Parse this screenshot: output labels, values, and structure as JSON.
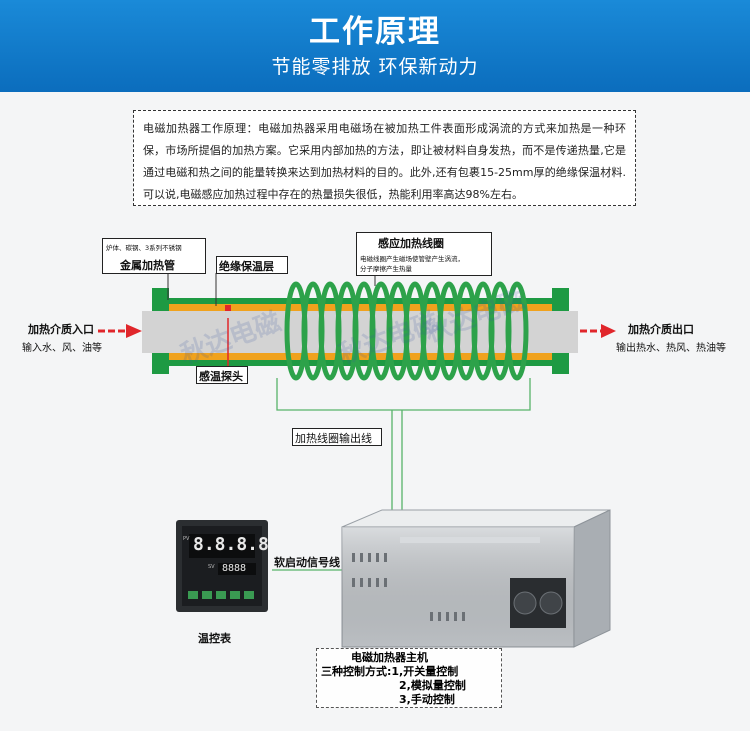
{
  "banner": {
    "title": "工作原理",
    "subtitle": "节能零排放 环保新动力"
  },
  "intro_text": "电磁加热器工作原理：电磁加热器采用电磁场在被加热工件表面形成涡流的方式来加热是一种环保，市场所提倡的加热方案。它采用内部加热的方法，即让被材料自身发热，而不是传递热量,它是通过电磁和热之间的能量转换来达到加热材料的目的。此外,还有包裹15-25mm厚的绝缘保温材料.可以说,电磁感应加热过程中存在的热量损失很低，热能利用率高达98%左右。",
  "labels": {
    "pipe_material_note": "炉体、碳钢、3系列不锈钢",
    "metal_pipe": "金属加热管",
    "insulation_layer": "绝缘保温层",
    "induction_coil": "感应加热线圈",
    "induction_coil_note_1": "电磁线圈产生磁场使管壁产生涡流，",
    "induction_coil_note_2": "分子摩擦产生热量",
    "inlet_title": "加热介质入口",
    "inlet_desc": "输入水、风、油等",
    "outlet_title": "加热介质出口",
    "outlet_desc": "输出热水、热风、热油等",
    "temp_probe": "感温探头",
    "coil_output": "加热线圈输出线",
    "soft_start": "软启动信号线",
    "controller": "温控表",
    "host_title": "电磁加热器主机",
    "host_mode_1": "三种控制方式:1,开关量控制",
    "host_mode_2": "2,模拟量控制",
    "host_mode_3": "3,手动控制"
  },
  "controller_display": {
    "pv_label": "PV",
    "sv_label": "SV",
    "pv_value": "8.8.8.8",
    "sv_value": "8888"
  },
  "watermark": [
    "秋达电磁",
    "秋达电磁",
    "秋达电磁"
  ],
  "colors": {
    "banner": "#0b6dbd",
    "pipe_green": "#1e9a43",
    "pipe_orange": "#f0a21d",
    "coil": "#2da24a",
    "arrow": "#e0262b",
    "wire": "#57b36a"
  }
}
